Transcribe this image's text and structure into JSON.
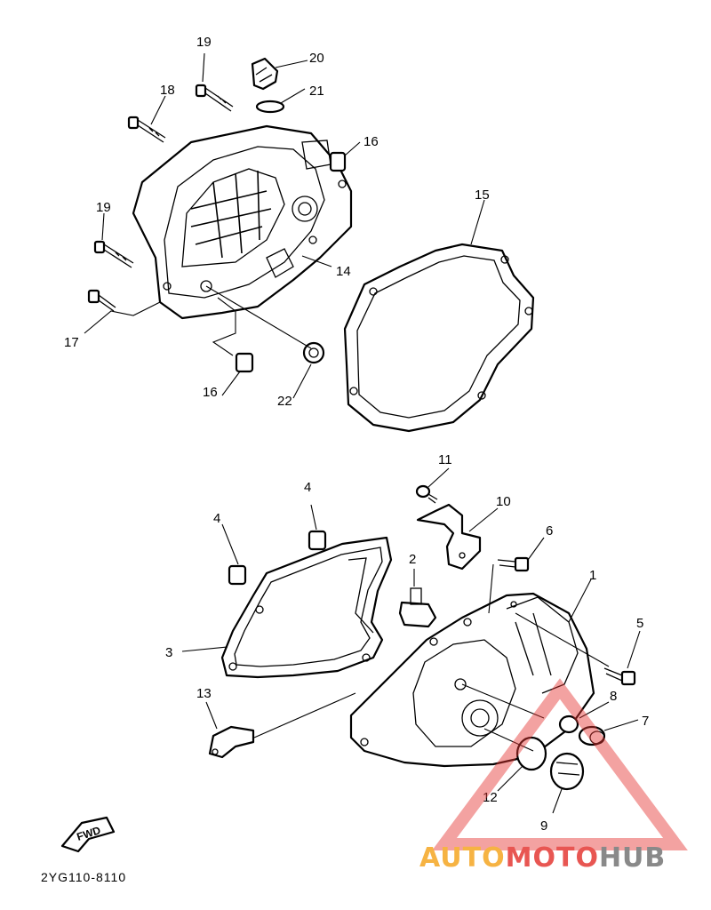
{
  "diagram": {
    "callouts": [
      "1",
      "2",
      "3",
      "4",
      "4",
      "5",
      "6",
      "7",
      "8",
      "9",
      "10",
      "11",
      "12",
      "13",
      "14",
      "15",
      "16",
      "16",
      "17",
      "18",
      "19",
      "19",
      "20",
      "21",
      "22"
    ],
    "fwd_label": "FWD",
    "drawing_code": "2YG110-8110"
  },
  "watermark": {
    "part1": "AUTO",
    "part2": "MOTO",
    "part3": "HUB",
    "colors": {
      "orange": "#f5a623",
      "red": "#e53935",
      "gray": "#757575"
    }
  }
}
